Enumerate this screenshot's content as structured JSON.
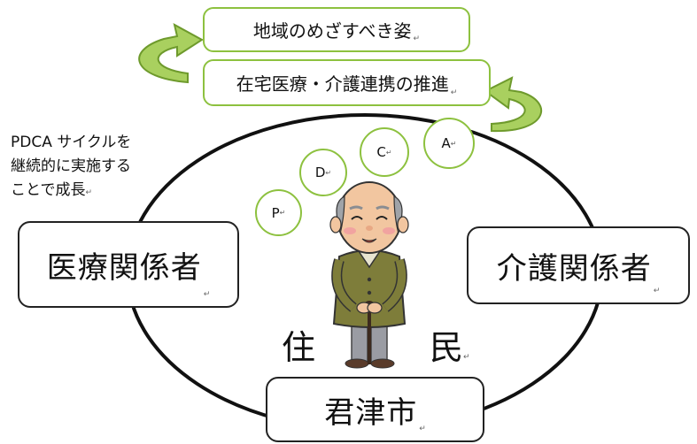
{
  "top_box_1": {
    "text": "地域のめざすべき姿",
    "mark": "↵"
  },
  "top_box_2": {
    "text": "在宅医療・介護連携の推進",
    "mark": "↵"
  },
  "pdca_note": {
    "line1": "PDCA サイクルを",
    "line2": "継続的に実施する",
    "line3": "ことで成長",
    "mark": "↵"
  },
  "pdca_circles": [
    {
      "letter": "P",
      "mark": "↵"
    },
    {
      "letter": "D",
      "mark": "↵"
    },
    {
      "letter": "C",
      "mark": "↵"
    },
    {
      "letter": "A",
      "mark": "↵"
    }
  ],
  "left_box": {
    "text": "医療関係者",
    "mark": "↵"
  },
  "right_box": {
    "text": "介護関係者",
    "mark": "↵"
  },
  "bottom_box": {
    "text": "君津市",
    "mark": "↵"
  },
  "residents": {
    "left": "住",
    "right": "民",
    "mark": "↵"
  },
  "colors": {
    "accent_green": "#8dc13f",
    "outline": "#111111"
  }
}
